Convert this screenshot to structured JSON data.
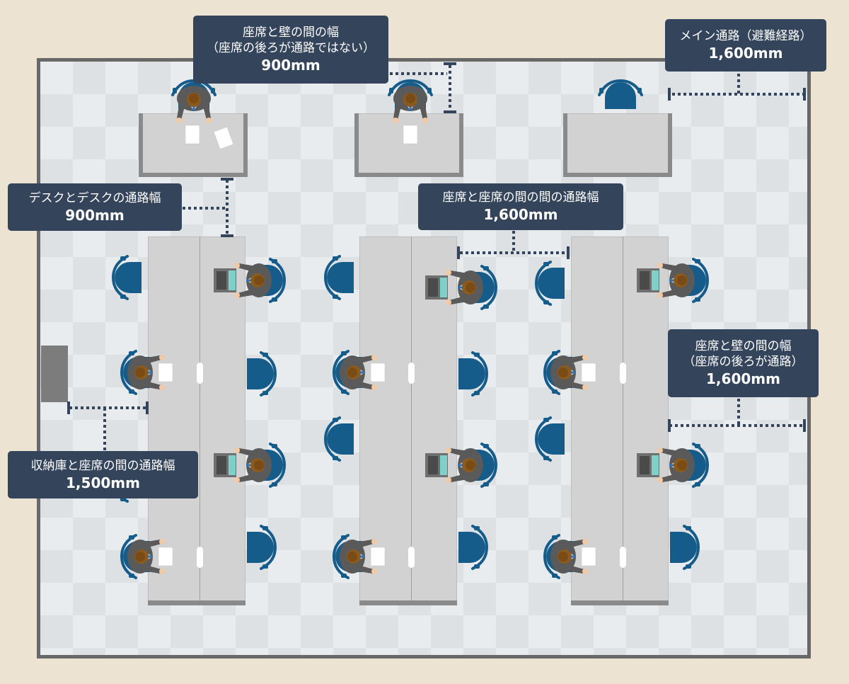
{
  "labels": {
    "wall_gap_no_aisle": {
      "line1": "座席と壁の間の幅",
      "line2": "（座席の後ろが通路ではない）",
      "value": "900mm"
    },
    "main_aisle": {
      "line1": "メイン通路（避難経路）",
      "value": "1,600mm"
    },
    "desk_to_desk": {
      "line1": "デスクとデスクの通路幅",
      "value": "900mm"
    },
    "seat_to_seat": {
      "line1": "座席と座席の間の間の通路幅",
      "value": "1,600mm"
    },
    "wall_gap_aisle": {
      "line1": "座席と壁の間の幅",
      "line2": "（座席の後ろが通路）",
      "value": "1,600mm"
    },
    "storage_to_seat": {
      "line1": "収納庫と座席の間の通路幅",
      "value": "1,500mm"
    }
  },
  "colors": {
    "background": "#ece3d3",
    "callout": "#34445b",
    "chair": "#155c8a",
    "suit": "#5a5a5a",
    "hair": "#8b5a1e",
    "dimension_line": "#34445b"
  },
  "icons": [
    "office-chair-icon",
    "seated-person-icon",
    "laptop-icon",
    "document-icon",
    "storage-cabinet-icon"
  ]
}
